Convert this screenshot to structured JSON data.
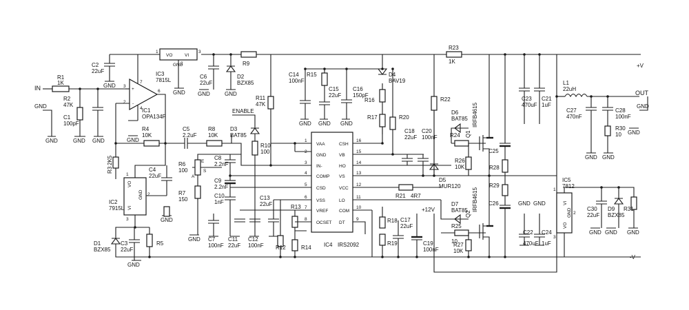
{
  "rails": {
    "pos": "+V",
    "neg": "-V",
    "p12": "+12V"
  },
  "ports": {
    "in": "IN",
    "out": "OUT",
    "enable": "ENABLE",
    "gnd": "GND"
  },
  "ics": {
    "ic3": {
      "ref": "IC3",
      "part": "7815L",
      "vo": "VO",
      "vi": "VI",
      "gnd": "GND",
      "p1": "1",
      "p2": "2",
      "p3": "3"
    },
    "ic2": {
      "ref": "IC2",
      "part": "7915L",
      "vo": "VO",
      "vi": "VI",
      "gnd": "GND",
      "p1": "1",
      "p2": "2",
      "p3": "3"
    },
    "ic5": {
      "ref": "IC5",
      "part": "7812",
      "vi": "VI",
      "vo": "VO",
      "gnd": "GND",
      "p1": "1",
      "p2": "2",
      "p3": "3"
    },
    "ic1": {
      "ref": "IC1",
      "part": "OPA134P",
      "p3": "3",
      "p2": "2",
      "p6": "6",
      "p7": "7",
      "p4": "4",
      "plus": "+",
      "minus": "-"
    },
    "ic4": {
      "ref": "IC4",
      "part": "IRS2092",
      "left": [
        {
          "name": "VAA",
          "pin": "1"
        },
        {
          "name": "GND",
          "pin": "2"
        },
        {
          "name": "IN-",
          "pin": "3"
        },
        {
          "name": "COMP",
          "pin": "4"
        },
        {
          "name": "CSD",
          "pin": "5"
        },
        {
          "name": "VSS",
          "pin": "6"
        },
        {
          "name": "VREF",
          "pin": "7"
        },
        {
          "name": "OCSET",
          "pin": "8"
        }
      ],
      "right": [
        {
          "name": "CSH",
          "pin": "16"
        },
        {
          "name": "VB",
          "pin": "15"
        },
        {
          "name": "HO",
          "pin": "14"
        },
        {
          "name": "VS",
          "pin": "13"
        },
        {
          "name": "VCC",
          "pin": "12"
        },
        {
          "name": "LO",
          "pin": "11"
        },
        {
          "name": "COM",
          "pin": "10"
        },
        {
          "name": "DT",
          "pin": "9"
        }
      ]
    }
  },
  "q": {
    "q1": {
      "ref": "Q1",
      "part": "IRFB4615"
    },
    "q2": {
      "ref": "Q2",
      "part": "IRFB4615"
    }
  },
  "r": {
    "R1": {
      "ref": "R1",
      "val": "1K"
    },
    "R2": {
      "ref": "R2",
      "val": "47K"
    },
    "R3": {
      "ref": "R3",
      "val": "2K5"
    },
    "R4": {
      "ref": "R4",
      "val": "10K"
    },
    "R5": {
      "ref": "R5",
      "val": ""
    },
    "R6": {
      "ref": "R6",
      "val": "100"
    },
    "R7": {
      "ref": "R7",
      "val": "150"
    },
    "R8": {
      "ref": "R8",
      "val": "10K"
    },
    "R9": {
      "ref": "R9",
      "val": ""
    },
    "R10": {
      "ref": "R10",
      "val": "100"
    },
    "R11": {
      "ref": "R11",
      "val": "47K"
    },
    "R12": {
      "ref": "R12",
      "val": ""
    },
    "R13": {
      "ref": "R13",
      "val": ""
    },
    "R14": {
      "ref": "R14",
      "val": ""
    },
    "R15": {
      "ref": "R15",
      "val": ""
    },
    "R16": {
      "ref": "R16",
      "val": ""
    },
    "R17": {
      "ref": "R17",
      "val": ""
    },
    "R18": {
      "ref": "R18",
      "val": ""
    },
    "R19": {
      "ref": "R19",
      "val": ""
    },
    "R20": {
      "ref": "R20",
      "val": ""
    },
    "R21": {
      "ref": "R21",
      "val": "4R7"
    },
    "R22": {
      "ref": "R22",
      "val": ""
    },
    "R23": {
      "ref": "R23",
      "val": "1K"
    },
    "R24": {
      "ref": "R24",
      "val": ""
    },
    "R25": {
      "ref": "R25",
      "val": "10"
    },
    "R26": {
      "ref": "R26",
      "val": "10K"
    },
    "R27": {
      "ref": "R27",
      "val": "10K"
    },
    "R28": {
      "ref": "R28",
      "val": ""
    },
    "R29": {
      "ref": "R29",
      "val": ""
    },
    "R30": {
      "ref": "R30",
      "val": "10"
    },
    "R31": {
      "ref": "R31",
      "val": ""
    }
  },
  "c": {
    "C1": {
      "ref": "C1",
      "val": "100pF"
    },
    "C2": {
      "ref": "C2",
      "val": "22uF"
    },
    "C3": {
      "ref": "C3",
      "val": "22uF"
    },
    "C4": {
      "ref": "C4",
      "val": "22uF"
    },
    "C5": {
      "ref": "C5",
      "val": "2.2uF"
    },
    "C6": {
      "ref": "C6",
      "val": "22uF"
    },
    "C7": {
      "ref": "C7",
      "val": "100nF"
    },
    "C8": {
      "ref": "C8",
      "val": "2.2nF"
    },
    "C9": {
      "ref": "C9",
      "val": "2.2nF"
    },
    "C10": {
      "ref": "C10",
      "val": "1nF"
    },
    "C11": {
      "ref": "C11",
      "val": "22uF"
    },
    "C12": {
      "ref": "C12",
      "val": "100nF"
    },
    "C13": {
      "ref": "C13",
      "val": "22uF"
    },
    "C14": {
      "ref": "C14",
      "val": "100nF"
    },
    "C15": {
      "ref": "C15",
      "val": "22uF"
    },
    "C16": {
      "ref": "C16",
      "val": "150pF"
    },
    "C17": {
      "ref": "C17",
      "val": "22uF"
    },
    "C18": {
      "ref": "C18",
      "val": "22uF"
    },
    "C19": {
      "ref": "C19",
      "val": "100nF"
    },
    "C20": {
      "ref": "C20",
      "val": "100nF"
    },
    "C21": {
      "ref": "C21",
      "val": "1uF"
    },
    "C22": {
      "ref": "C22",
      "val": "470uF"
    },
    "C23": {
      "ref": "C23",
      "val": "470uF"
    },
    "C24": {
      "ref": "C24",
      "val": "1uF"
    },
    "C25": {
      "ref": "C25",
      "val": ""
    },
    "C26": {
      "ref": "C26",
      "val": ""
    },
    "C27": {
      "ref": "C27",
      "val": "470nF"
    },
    "C28": {
      "ref": "C28",
      "val": "100nF"
    },
    "C30": {
      "ref": "C30",
      "val": "22uF"
    }
  },
  "d": {
    "D1": {
      "ref": "D1",
      "val": "BZX85"
    },
    "D2": {
      "ref": "D2",
      "val": "BZX85"
    },
    "D3": {
      "ref": "D3",
      "val": "BAT85"
    },
    "D4": {
      "ref": "D4",
      "val": "BAV19"
    },
    "D5": {
      "ref": "D5",
      "val": "MUR120"
    },
    "D6": {
      "ref": "D6",
      "val": "BAT85"
    },
    "D7": {
      "ref": "D7",
      "val": "BAT85"
    },
    "D9": {
      "ref": "D9",
      "val": "BZX85"
    }
  },
  "l": {
    "L1": {
      "ref": "L1",
      "val": "22uH"
    }
  },
  "pot": {
    "s": "S",
    "a": "A",
    "e": "E"
  }
}
